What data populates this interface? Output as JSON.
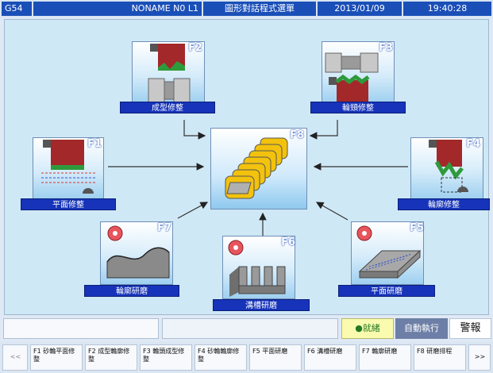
{
  "status_bar": {
    "coord_system": "G54",
    "program": "NONAME N0 L1",
    "screen_title": "圖形對話程式選單",
    "date": "2013/01/09",
    "time": "19:40:28"
  },
  "menu_cards": [
    {
      "key": "F2",
      "label": "成型修整"
    },
    {
      "key": "F3",
      "label": "輪頸修整"
    },
    {
      "key": "F1",
      "label": "平面修整"
    },
    {
      "key": "F8",
      "label": ""
    },
    {
      "key": "F4",
      "label": "輪廓修整"
    },
    {
      "key": "F7",
      "label": "輪廓研磨"
    },
    {
      "key": "F6",
      "label": "溝槽研磨"
    },
    {
      "key": "F5",
      "label": "平面研磨"
    }
  ],
  "message_bar": {
    "input_value": "",
    "message": "",
    "ready_label": "●就緒",
    "auto_label": "自動執行",
    "alarm_label": "警報"
  },
  "softkeys": {
    "prev": "<<",
    "next": ">>",
    "items": [
      "F1 砂輪平面修整",
      "F2 成型輪廓修整",
      "F3 輪頭成型修整",
      "F4 砂輪輪廓修整",
      "F5 平面研磨",
      "F6 溝槽研磨",
      "F7 輪廓研磨",
      "F8 研磨排程"
    ]
  },
  "colors": {
    "title_bar": "#1a4fb8",
    "label_bar": "#1633b9",
    "panel_background": "#cfe8f6",
    "ready_background": "#fbfbb0",
    "auto_background": "#6d7fa6",
    "grinder_red": "#a3282a",
    "wheel_green": "#2f9a3c",
    "f8_gold": "#f3c20d"
  }
}
